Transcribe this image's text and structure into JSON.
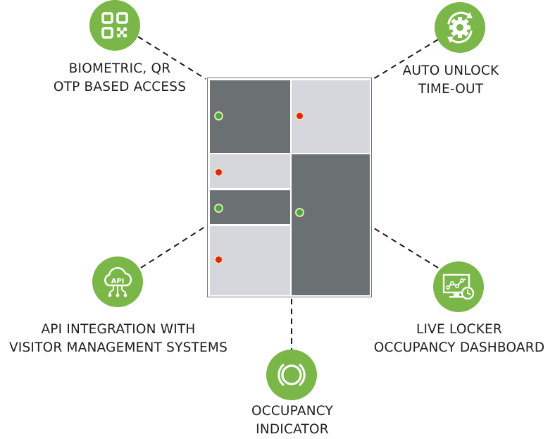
{
  "colors": {
    "accent_green": "#7ab648",
    "locker_occupied": "#6b7072",
    "locker_vacant": "#d5d7dd",
    "indicator_available": "#3cae3f",
    "indicator_occupied": "#e2231a"
  },
  "features": [
    {
      "id": "biometric",
      "icon": "qr-code-icon",
      "line1": "BIOMETRIC, QR",
      "line2": "OTP BASED ACCESS"
    },
    {
      "id": "auto-unlock",
      "icon": "gear-cycle-icon",
      "line1": "AUTO UNLOCK",
      "line2": "TIME-OUT"
    },
    {
      "id": "api",
      "icon": "cloud-api-icon",
      "line1": "API INTEGRATION WITH",
      "line2": "VISITOR MANAGEMENT SYSTEMS"
    },
    {
      "id": "dashboard",
      "icon": "monitor-chart-icon",
      "line1": "LIVE LOCKER",
      "line2": "OCCUPANCY DASHBOARD"
    },
    {
      "id": "indicator",
      "icon": "occupancy-ring-icon",
      "line1": "OCCUPANCY",
      "line2": "INDICATOR"
    }
  ],
  "locker": {
    "compartments": [
      {
        "position": "left-top",
        "state": "dark",
        "indicator": "green"
      },
      {
        "position": "right-top",
        "state": "light",
        "indicator": "red"
      },
      {
        "position": "left-second",
        "state": "light",
        "indicator": "red"
      },
      {
        "position": "left-third",
        "state": "dark",
        "indicator": "green"
      },
      {
        "position": "left-bottom",
        "state": "light",
        "indicator": "red"
      },
      {
        "position": "right-bottom",
        "state": "dark",
        "indicator": "green"
      }
    ]
  }
}
